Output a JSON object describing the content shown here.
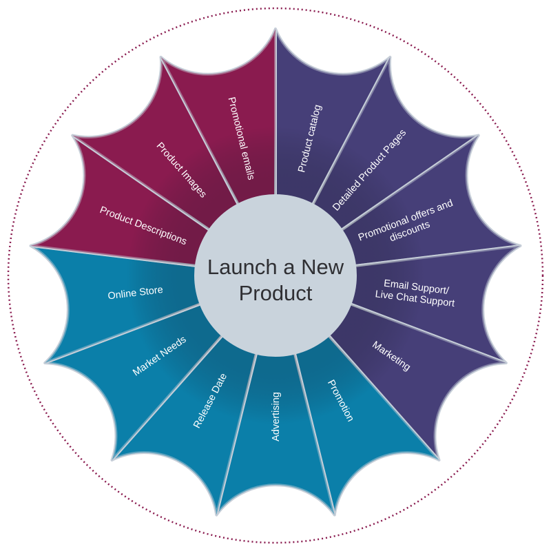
{
  "center": {
    "line1": "Launch a New",
    "line2": "Product"
  },
  "colors": {
    "indigo": "#463f78",
    "teal": "#0b7fa9",
    "maroon": "#8a1b4f",
    "center": "#c9d3dc",
    "separator": "#c6ced8",
    "dotted_ring": "#8a1b4f"
  },
  "segments": [
    {
      "lines": [
        "Product catalog"
      ],
      "group": "indigo"
    },
    {
      "lines": [
        "Detailed Product Pages"
      ],
      "group": "indigo"
    },
    {
      "lines": [
        "Promotional offers and",
        "discounts"
      ],
      "group": "indigo"
    },
    {
      "lines": [
        "Email Support/",
        "Live Chat Support"
      ],
      "group": "indigo"
    },
    {
      "lines": [
        "Marketing"
      ],
      "group": "indigo"
    },
    {
      "lines": [
        "Promotion"
      ],
      "group": "teal"
    },
    {
      "lines": [
        "Advertising"
      ],
      "group": "teal"
    },
    {
      "lines": [
        "Release Date"
      ],
      "group": "teal"
    },
    {
      "lines": [
        "Market Needs"
      ],
      "group": "teal"
    },
    {
      "lines": [
        "Online Store"
      ],
      "group": "teal"
    },
    {
      "lines": [
        "Product Descriptions"
      ],
      "group": "maroon"
    },
    {
      "lines": [
        "Product Images"
      ],
      "group": "maroon"
    },
    {
      "lines": [
        "Promotional emails"
      ],
      "group": "maroon"
    }
  ]
}
